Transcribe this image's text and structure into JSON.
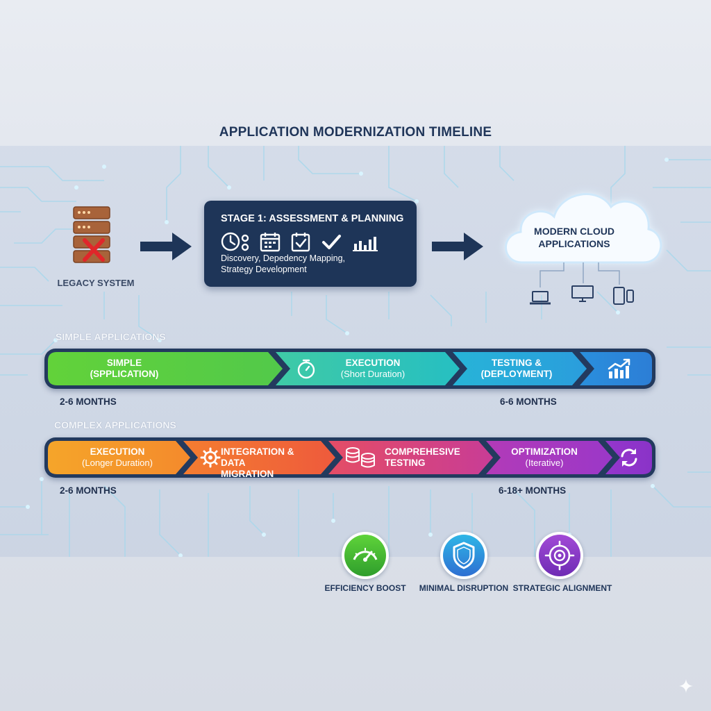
{
  "title": "APPLICATION MODERNIZATION TIMELINE",
  "legacy": {
    "label": "LEGACY SYSTEM",
    "icon": "server-x-icon"
  },
  "stage1": {
    "title": "STAGE 1: ASSESSMENT & PLANNING",
    "description_line1": "Discovery, Depedency Mapping,",
    "description_line2": "Strategy Development",
    "icons": [
      "clock-gear-icon",
      "calendar-icon",
      "checklist-icon",
      "checkmark-icon",
      "bar-chart-icon"
    ]
  },
  "cloud": {
    "label_line1": "MODERN CLOUD",
    "label_line2": "APPLICATIONS",
    "devices": [
      "laptop-icon",
      "monitor-icon",
      "phone-tablet-icon"
    ]
  },
  "simple": {
    "section_label": "SIMPLE APPLICATIONS",
    "segments": [
      {
        "line1": "SIMPLE",
        "line2": "(SPPLICATION)",
        "color": "#5fd33a",
        "icon": ""
      },
      {
        "line1": "EXECUTION",
        "line2": "(Short Duration)",
        "color": "#2fc7b0",
        "icon": "stopwatch-icon"
      },
      {
        "line1": "TESTING &",
        "line2": "(DEPLOYMENT)",
        "color": "#23a9d8",
        "icon": ""
      },
      {
        "line1": "",
        "line2": "",
        "color": "#2b8fdc",
        "icon": "trend-chart-icon"
      }
    ],
    "duration_left": "2-6 MONTHS",
    "duration_right": "6-6 MONTHS"
  },
  "complex": {
    "section_label": "COMPLEX APPLICATIONS",
    "segments": [
      {
        "line1": "EXECUTION",
        "line2": "(Longer Duration)",
        "color": "#f39a2a",
        "icon": ""
      },
      {
        "line1": "INTEGRATION &",
        "line2": "DATA MIGRATION",
        "color": "#f06a3a",
        "icon": "gear-icon"
      },
      {
        "line1": "COMPREHESIVE",
        "line2": "TESTING",
        "color": "#d8437a",
        "icon": "database-icon"
      },
      {
        "line1": "OPTIMIZATION",
        "line2": "(Iterative)",
        "color": "#a23dc9",
        "icon": ""
      },
      {
        "line1": "",
        "line2": "",
        "color": "#8e35c9",
        "icon": "refresh-icon"
      }
    ],
    "duration_left": "2-6 MONTHS",
    "duration_right": "6-18+ MONTHS"
  },
  "benefits": [
    {
      "label": "EFFICIENCY BOOST",
      "icon": "speedometer-icon",
      "color": "#4fbf3a"
    },
    {
      "label": "MINIMAL DISRUPTION",
      "icon": "shield-icon",
      "color": "#2f8fd8"
    },
    {
      "label": "STRATEGIC ALIGNMENT",
      "icon": "target-icon",
      "color": "#8a3cc2"
    }
  ]
}
